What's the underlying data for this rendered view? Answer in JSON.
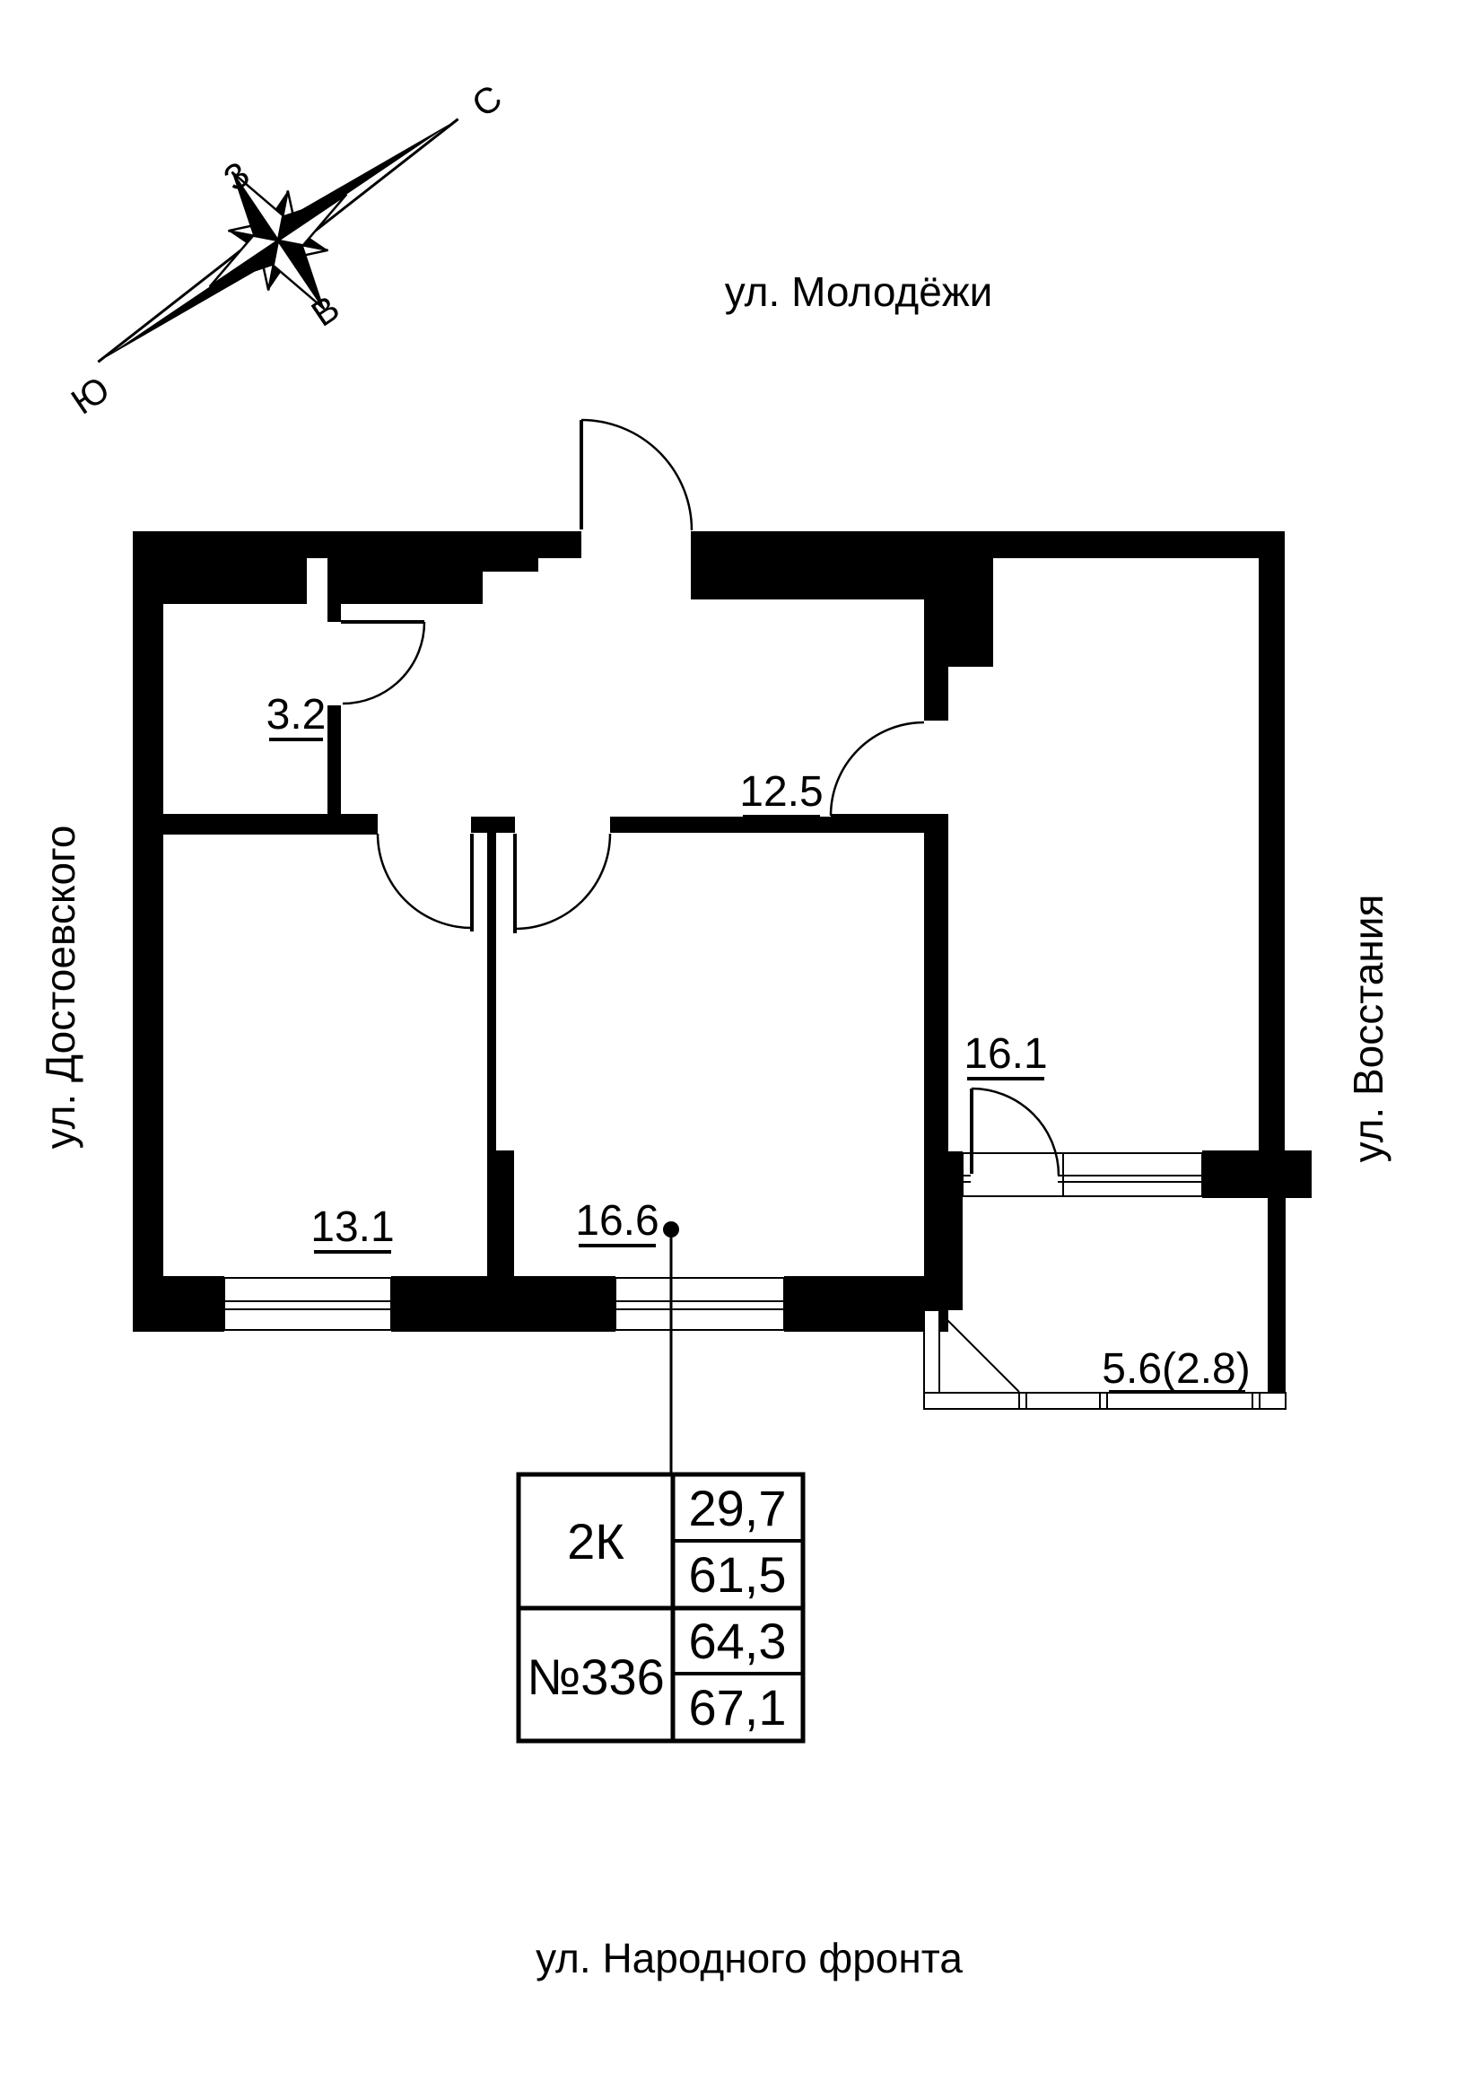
{
  "compass": {
    "n": "С",
    "s": "Ю",
    "w": "З",
    "e": "В"
  },
  "streets": {
    "top": "ул. Молодёжи",
    "left": "ул. Достоевского",
    "right": "ул. Восстания",
    "bottom": "ул. Народного фронта"
  },
  "rooms": {
    "room1": "3.2",
    "room2": "12.5",
    "room3": "13.1",
    "room4": "16.6",
    "room5": "16.1",
    "balcony": "5.6(2.8)"
  },
  "info_table": {
    "unit_type": "2К",
    "unit_number": "№336",
    "areas": [
      "29,7",
      "61,5",
      "64,3",
      "67,1"
    ]
  },
  "colors": {
    "ink": "#000000",
    "bg": "#ffffff"
  }
}
